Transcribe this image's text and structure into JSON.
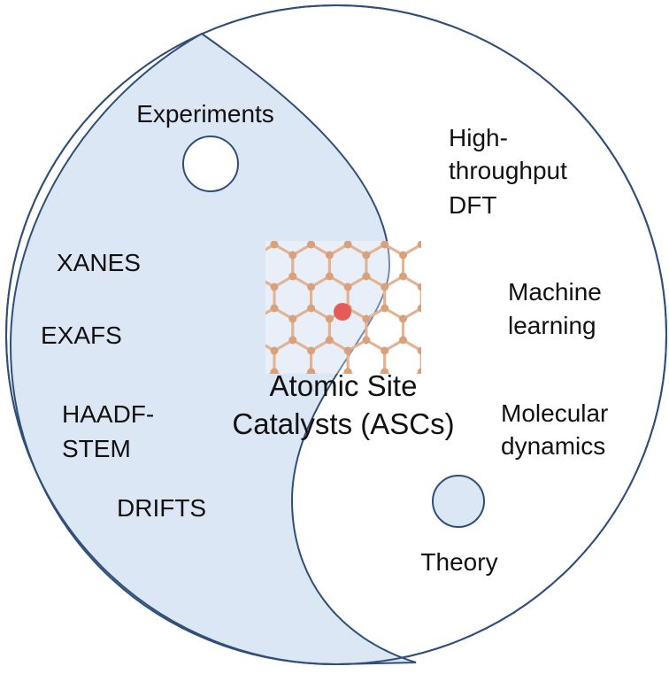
{
  "colors": {
    "shaded": "#dce7f5",
    "outline": "#2f4f7a",
    "white": "#ffffff",
    "lattice_bond": "#e2b293",
    "lattice_atom": "#d9a07a",
    "active_site": "#e55b55"
  },
  "experiments": {
    "title": "Experiments",
    "methods": [
      "XANES",
      "EXAFS",
      "HAADF-",
      "STEM",
      "DRIFTS"
    ]
  },
  "theory": {
    "title": "Theory",
    "methods": [
      "High-",
      "throughput",
      "DFT",
      "Machine",
      "learning",
      "Molecular",
      "dynamics"
    ]
  },
  "center": {
    "line1": "Atomic Site",
    "line2": "Catalysts (ASCs)",
    "image": "graphene-lattice-single-atom-icon"
  }
}
